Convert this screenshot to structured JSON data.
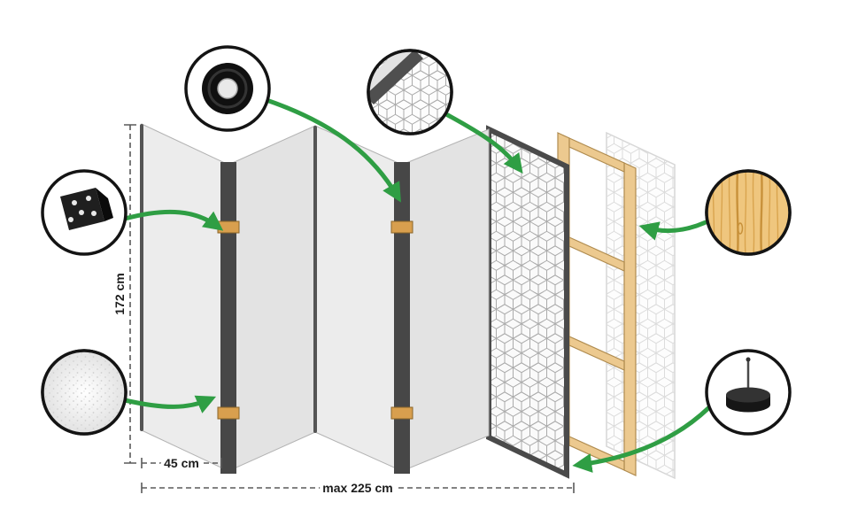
{
  "dimensions": {
    "height": "172 cm",
    "panel_width": "45 cm",
    "max_width": "max 225 cm"
  },
  "callouts": {
    "hinge": "hinge-icon",
    "tape": "tape-icon",
    "fleece": "fleece-texture-icon",
    "pattern": "cube-pattern-icon",
    "wood": "wood-texture-icon",
    "foot": "foot-icon"
  },
  "colors": {
    "arrow_green": "#2f9e44",
    "panel_face": "#ececec",
    "panel_edge_dark": "#474747",
    "wood_frame": "#ecc98f",
    "hinge_block": "#d89f4e",
    "pattern_line": "#ababab",
    "callout_border": "#141414"
  }
}
